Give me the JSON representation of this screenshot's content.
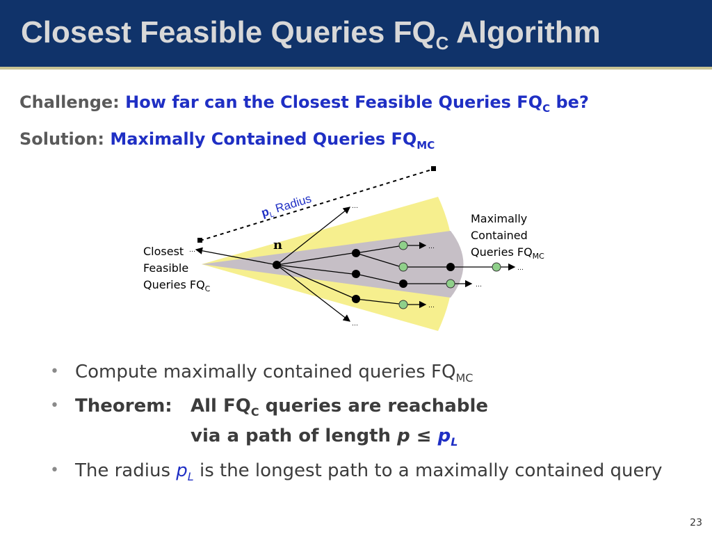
{
  "slide": {
    "title_main": "Closest Feasible Queries FQ",
    "title_sub": "C",
    "title_end": " Algorithm",
    "page_number": "23"
  },
  "challenge": {
    "label": "Challenge:",
    "text": "How far can the Closest Feasible Queries FQ",
    "sub": "C",
    "text_end": " be?"
  },
  "solution": {
    "label": "Solution:",
    "text": "Maximally Contained Queries FQ",
    "sub": "MC"
  },
  "diagram": {
    "node_label": "n",
    "radius_p": "p",
    "radius_sub": "L",
    "radius_text": " Radius",
    "closest_line1": "Closest",
    "closest_line2": "Feasible",
    "closest_line3": "Queries FQ",
    "closest_sub": "C",
    "max_line1": "Maximally",
    "max_line2": "Contained",
    "max_line3": "Queries FQ",
    "max_sub": "MC",
    "ellipsis": "…",
    "colors": {
      "outer_region": "#f6ef8e",
      "inner_region": "#c6bfc6",
      "feasible_node": "#8fd08a",
      "radius_text": "#1f2fc4"
    }
  },
  "bullets": {
    "b1_text": "Compute maximally contained queries FQ",
    "b1_sub": "MC",
    "b2_label": "Theorem:",
    "b2_text1": "All FQ",
    "b2_sub": "C",
    "b2_text2": " queries are reachable",
    "b2_line2": "via a path of length ",
    "b2_p": "p",
    "b2_leq": " ≤ ",
    "b2_pL": "p",
    "b2_pL_sub": "L",
    "b3_text1": "The radius ",
    "b3_p": "p",
    "b3_sub": "L",
    "b3_text2": " is the longest path to a maximally contained query"
  }
}
